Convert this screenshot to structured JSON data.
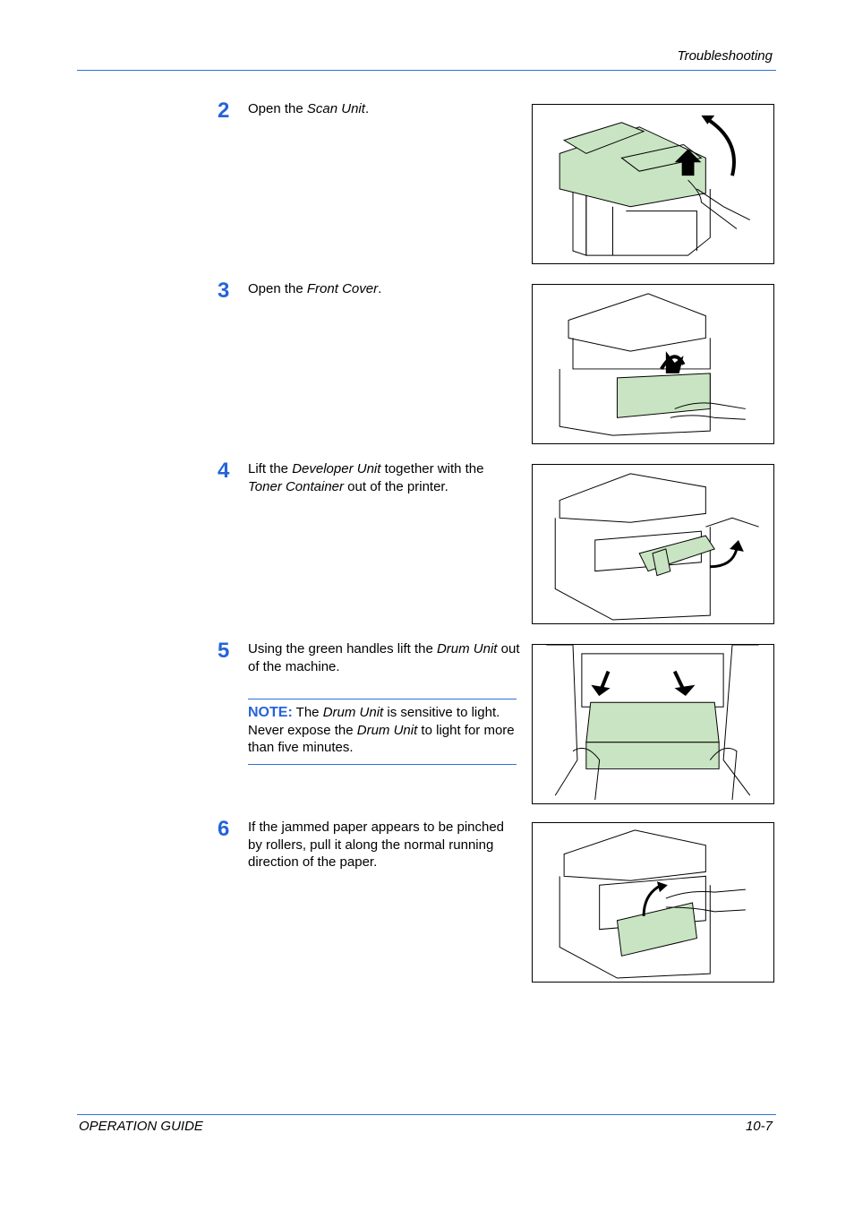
{
  "header": {
    "title": "Troubleshooting"
  },
  "footer": {
    "left": "OPERATION GUIDE",
    "right": "10-7"
  },
  "steps": [
    {
      "num": "2",
      "pre": "Open the ",
      "em": "Scan Unit",
      "post": "."
    },
    {
      "num": "3",
      "pre": "Open the ",
      "em": "Front Cover",
      "post": "."
    },
    {
      "num": "4",
      "pre": "Lift the ",
      "em": "Developer Unit",
      "mid": " together with the ",
      "em2": "Toner Container",
      "post": " out of the printer."
    },
    {
      "num": "5",
      "pre": "Using the green handles lift the ",
      "em": "Drum Unit",
      "post": " out of the machine."
    },
    {
      "num": "6",
      "text": "If the jammed paper appears to be pinched by rollers, pull it along the normal running direction of the paper."
    }
  ],
  "note": {
    "label": "NOTE:",
    "pre": " The ",
    "em": "Drum Unit",
    "mid": " is sensitive to light. Never expose the ",
    "em2": "Drum Unit",
    "post": " to light for more than five minutes."
  },
  "colors": {
    "accent": "#2563d9",
    "rule": "#2f6fd6",
    "green_part": "#c9e4c2"
  }
}
